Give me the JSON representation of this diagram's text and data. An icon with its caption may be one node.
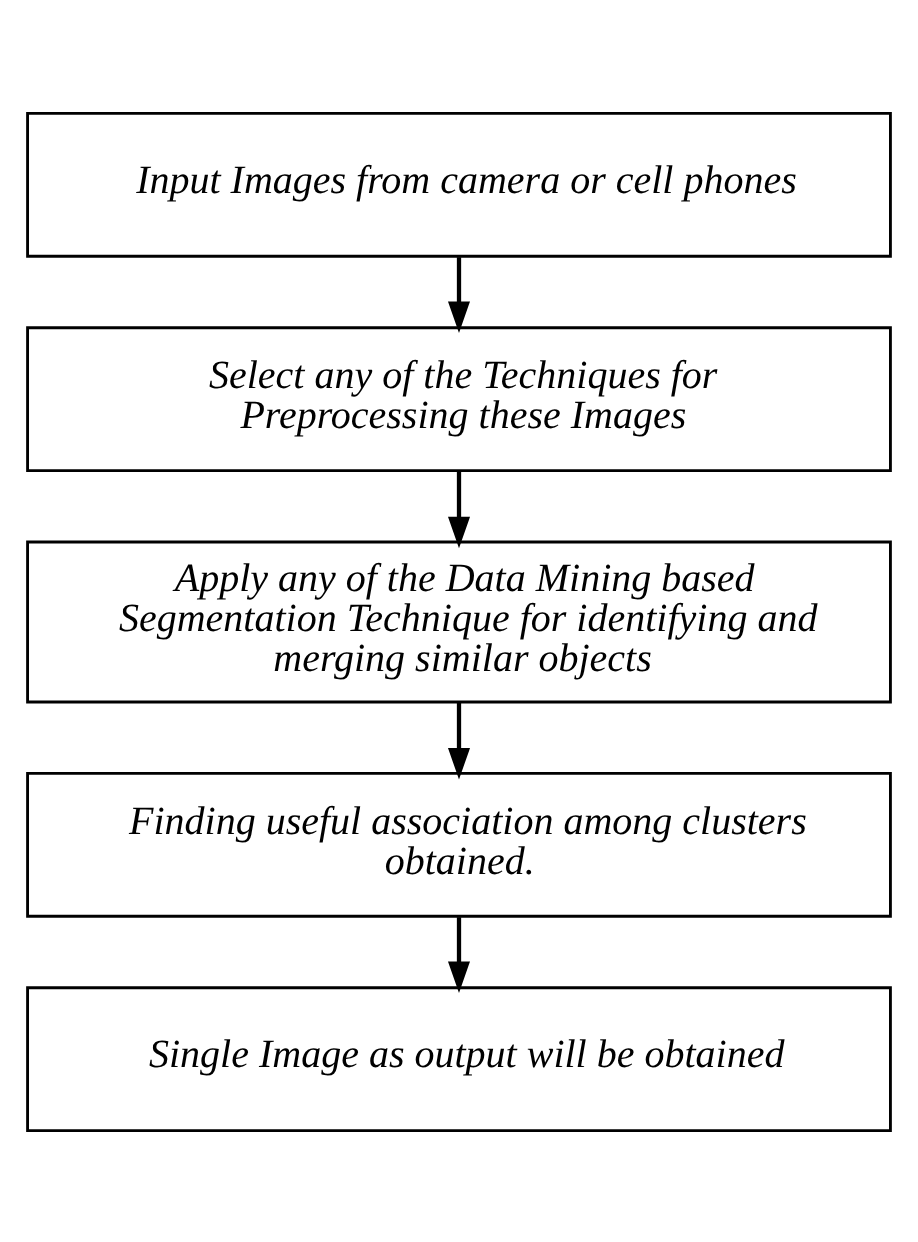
{
  "diagram": {
    "nodes": [
      {
        "text": [
          "Input Images from camera or cell phones"
        ]
      },
      {
        "text": [
          "Select any of the Techniques for Preprocessing these Images"
        ]
      },
      {
        "text": [
          "Apply any of the Data Mining based Segmentation Technique for identifying and merging similar objects"
        ]
      },
      {
        "text": [
          "Finding useful association among clusters obtained."
        ]
      },
      {
        "text": [
          "Single Image as output will be obtained"
        ]
      }
    ],
    "edges": [
      {
        "from": 0,
        "to": 1,
        "arrow": "to"
      },
      {
        "from": 1,
        "to": 2,
        "arrow": "to"
      },
      {
        "from": 2,
        "to": 3,
        "arrow": "to"
      },
      {
        "from": 3,
        "to": 4,
        "arrow": "to"
      }
    ]
  }
}
